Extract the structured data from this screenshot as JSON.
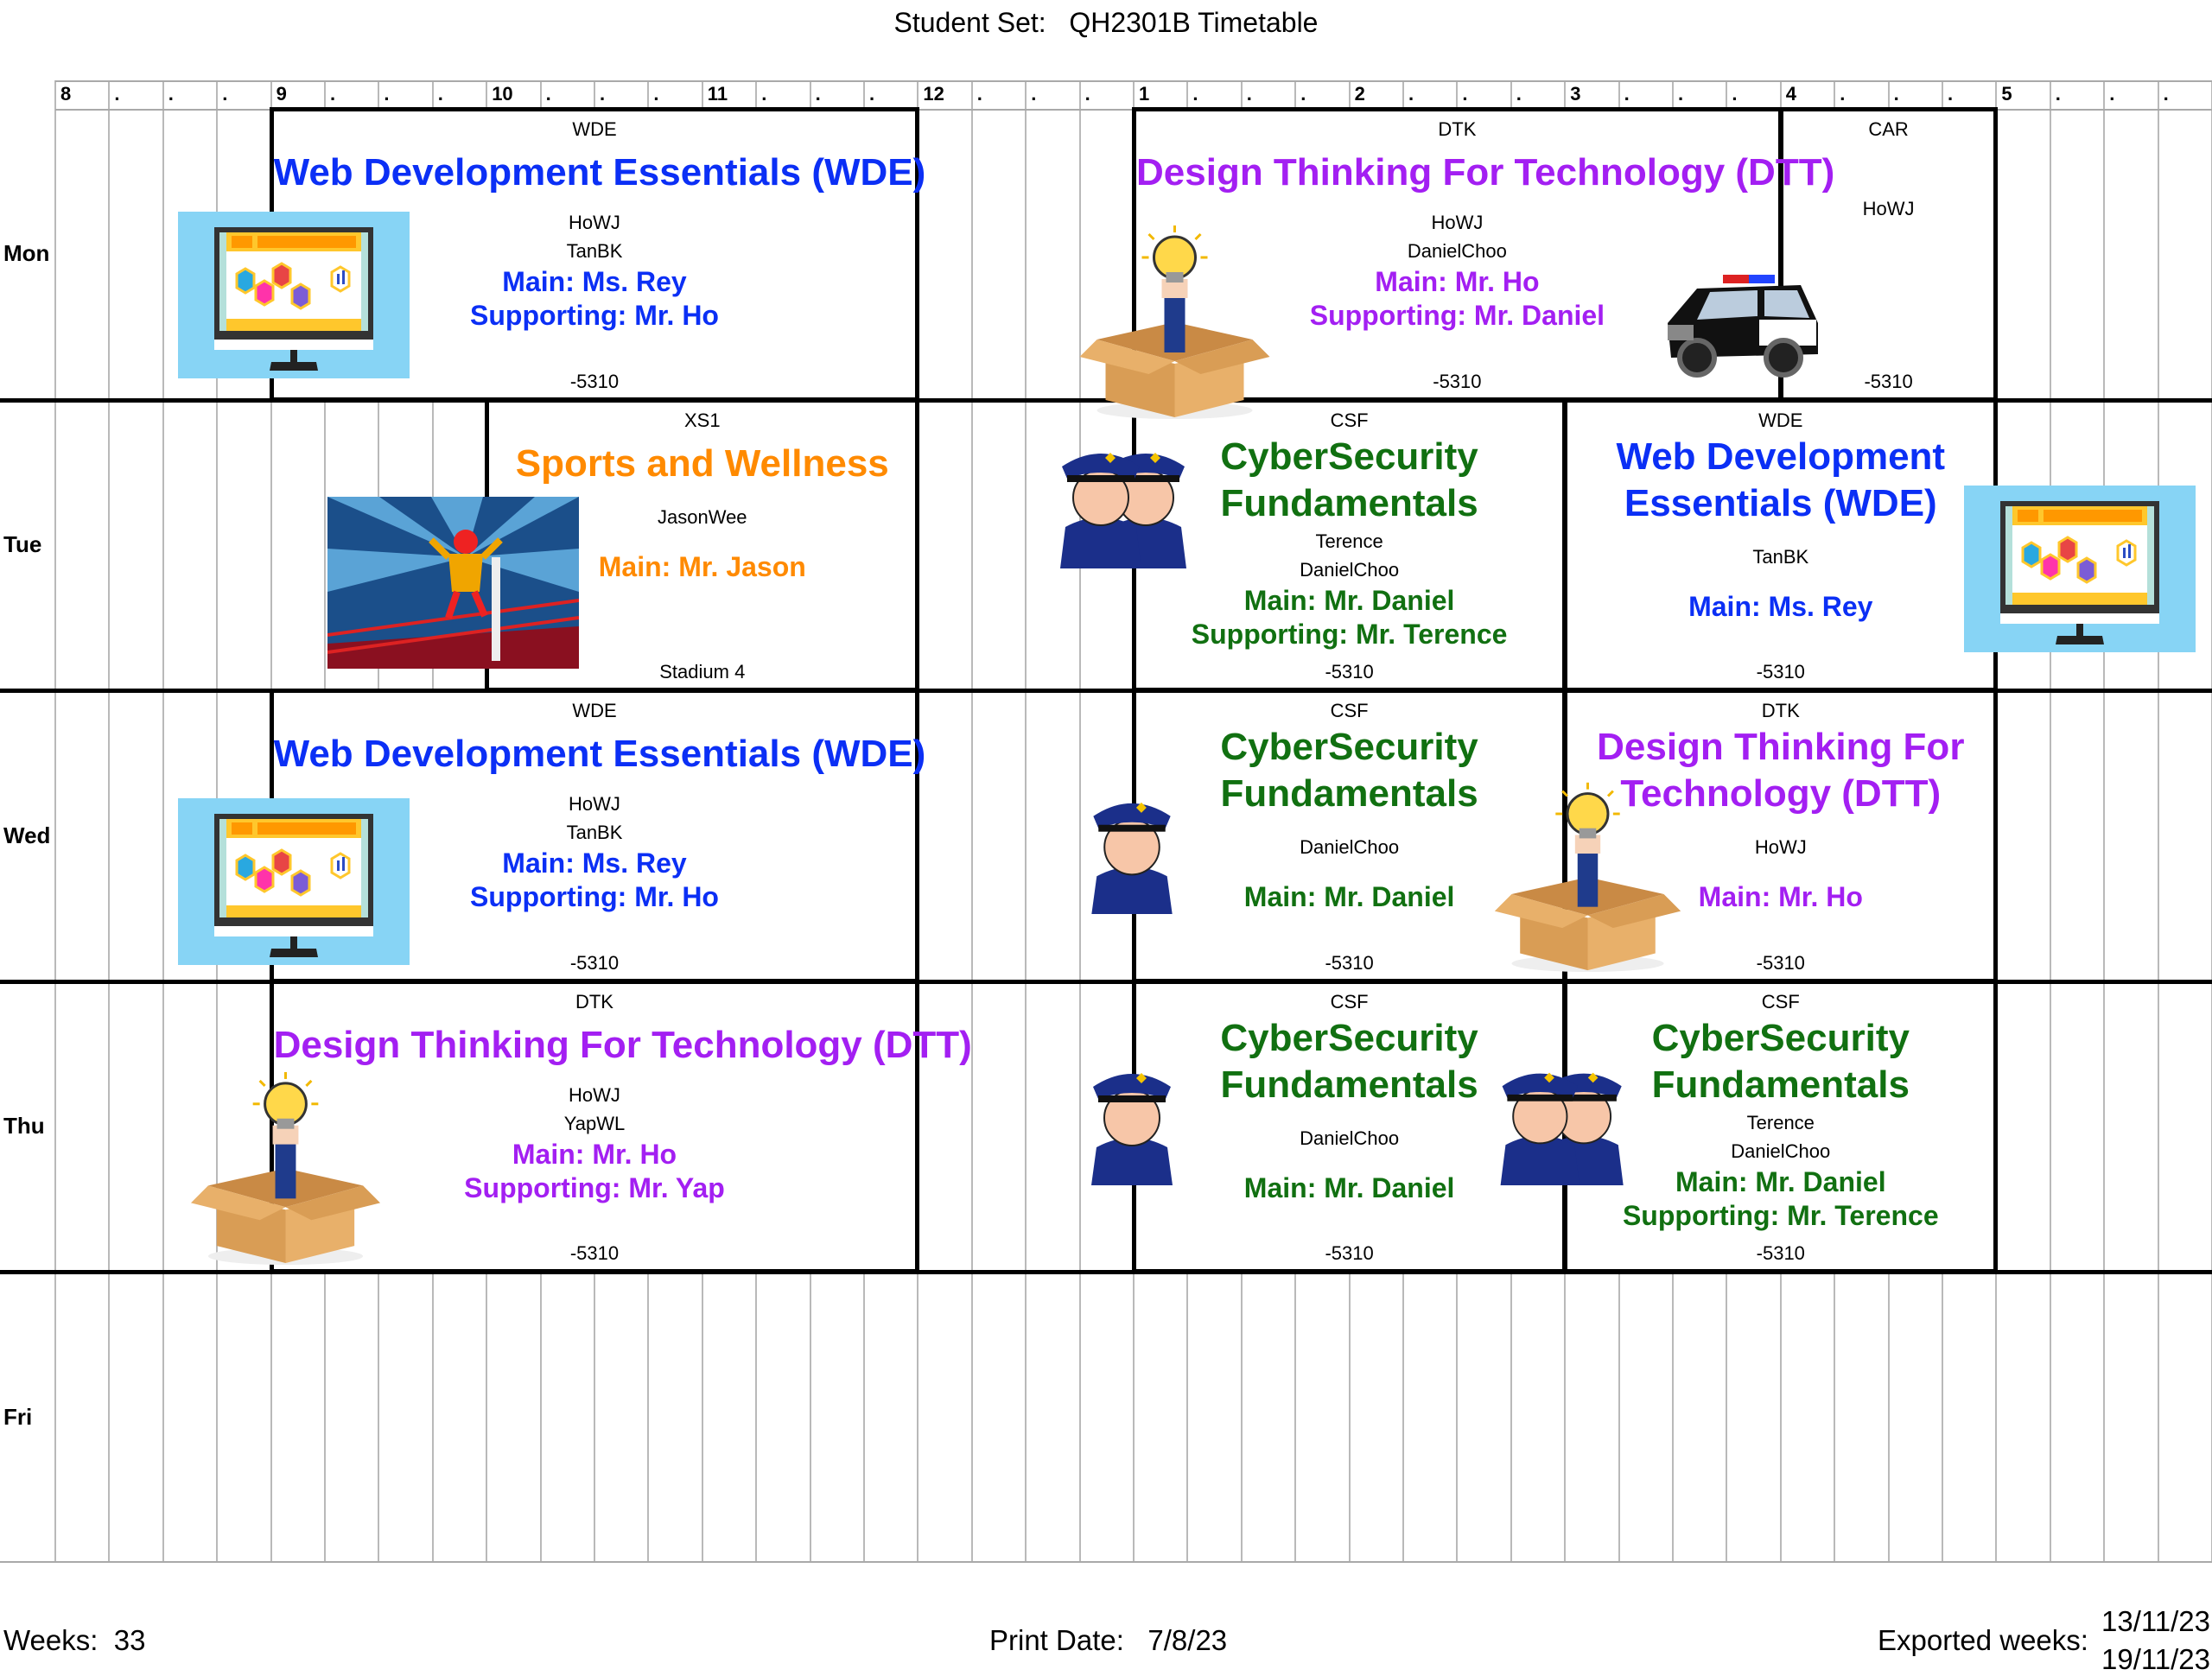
{
  "header": {
    "title": "Student Set:   QH2301B Timetable"
  },
  "colors": {
    "blue": "#0b2ff5",
    "purple": "#a31ff2",
    "orange": "#ff8a00",
    "green": "#117011"
  },
  "time_ticks": [
    "8",
    ".",
    ".",
    ".",
    "9",
    ".",
    ".",
    ".",
    "10",
    ".",
    ".",
    ".",
    "11",
    ".",
    ".",
    ".",
    "12",
    ".",
    ".",
    ".",
    "1",
    ".",
    ".",
    ".",
    "2",
    ".",
    ".",
    ".",
    "3",
    ".",
    ".",
    ".",
    "4",
    ".",
    ".",
    ".",
    "5",
    ".",
    ".",
    "."
  ],
  "days": [
    "Mon",
    "Tue",
    "Wed",
    "Thu",
    "Fri"
  ],
  "events": [
    {
      "day": 0,
      "start": 9,
      "end": 12,
      "code": "WDE",
      "title": [
        "Web Development Essentials (WDE)"
      ],
      "staff": [
        "HoWJ",
        "TanBK"
      ],
      "main": "Main: Ms. Rey",
      "supporting": "Supporting: Mr. Ho",
      "room": "-5310",
      "color": "blue",
      "icon": "monitor-icon"
    },
    {
      "day": 0,
      "start": 13,
      "end": 16,
      "code": "DTK",
      "title": [
        "Design Thinking For Technology (DTT)"
      ],
      "staff": [
        "HoWJ",
        "DanielChoo"
      ],
      "main": "Main: Mr. Ho",
      "supporting": "Supporting: Mr. Daniel",
      "room": "-5310",
      "color": "purple",
      "icon": "lightbulb-box-icon"
    },
    {
      "day": 0,
      "start": 16,
      "end": 17,
      "code": "CAR",
      "title": [],
      "staff": [
        "HoWJ"
      ],
      "room": "-5310",
      "color": "blue",
      "icon": "police-car-icon"
    },
    {
      "day": 1,
      "start": 10,
      "end": 12,
      "code": "XS1",
      "title": [
        "Sports and Wellness"
      ],
      "staff": [
        "JasonWee"
      ],
      "main": "Main: Mr. Jason",
      "room": "Stadium 4",
      "color": "orange",
      "icon": "sports-hero-icon"
    },
    {
      "day": 1,
      "start": 13,
      "end": 15,
      "code": "CSF",
      "title": [
        "CyberSecurity",
        "Fundamentals"
      ],
      "staff": [
        "Terence",
        "DanielChoo"
      ],
      "main": "Main: Mr. Daniel",
      "supporting": "Supporting: Mr. Terence",
      "room": "-5310",
      "color": "green",
      "icon": "police-officers-icon"
    },
    {
      "day": 1,
      "start": 15,
      "end": 17,
      "code": "WDE",
      "title": [
        "Web Development",
        "Essentials (WDE)"
      ],
      "staff": [
        "TanBK"
      ],
      "main": "Main: Ms. Rey",
      "room": "-5310",
      "color": "blue",
      "icon": "monitor-icon"
    },
    {
      "day": 2,
      "start": 9,
      "end": 12,
      "code": "WDE",
      "title": [
        "Web Development Essentials (WDE)"
      ],
      "staff": [
        "HoWJ",
        "TanBK"
      ],
      "main": "Main: Ms. Rey",
      "supporting": "Supporting: Mr. Ho",
      "room": "-5310",
      "color": "blue",
      "icon": "monitor-icon"
    },
    {
      "day": 2,
      "start": 13,
      "end": 15,
      "code": "CSF",
      "title": [
        "CyberSecurity",
        "Fundamentals"
      ],
      "staff": [
        "DanielChoo"
      ],
      "main": "Main: Mr. Daniel",
      "room": "-5310",
      "color": "green",
      "icon": "police-officer-icon"
    },
    {
      "day": 2,
      "start": 15,
      "end": 17,
      "code": "DTK",
      "title": [
        "Design Thinking For",
        "Technology (DTT)"
      ],
      "staff": [
        "HoWJ"
      ],
      "main": "Main: Mr. Ho",
      "room": "-5310",
      "color": "purple",
      "icon": "lightbulb-box-icon"
    },
    {
      "day": 3,
      "start": 9,
      "end": 12,
      "code": "DTK",
      "title": [
        "Design Thinking For Technology (DTT)"
      ],
      "staff": [
        "HoWJ",
        "YapWL"
      ],
      "main": "Main: Mr. Ho",
      "supporting": "Supporting: Mr. Yap",
      "room": "-5310",
      "color": "purple",
      "icon": "lightbulb-box-icon"
    },
    {
      "day": 3,
      "start": 13,
      "end": 15,
      "code": "CSF",
      "title": [
        "CyberSecurity",
        "Fundamentals"
      ],
      "staff": [
        "DanielChoo"
      ],
      "main": "Main: Mr. Daniel",
      "room": "-5310",
      "color": "green",
      "icon": "police-officer-icon"
    },
    {
      "day": 3,
      "start": 15,
      "end": 17,
      "code": "CSF",
      "title": [
        "CyberSecurity",
        "Fundamentals"
      ],
      "staff": [
        "Terence",
        "DanielChoo"
      ],
      "main": "Main: Mr. Daniel",
      "supporting": "Supporting: Mr. Terence",
      "room": "-5310",
      "color": "green",
      "icon": "police-officers-icon"
    }
  ],
  "footer": {
    "weeks": "Weeks:  33",
    "print_date": "Print Date:   7/8/23",
    "exported_label": "Exported weeks:",
    "exported_from": "13/11/23",
    "exported_to": "19/11/23"
  }
}
